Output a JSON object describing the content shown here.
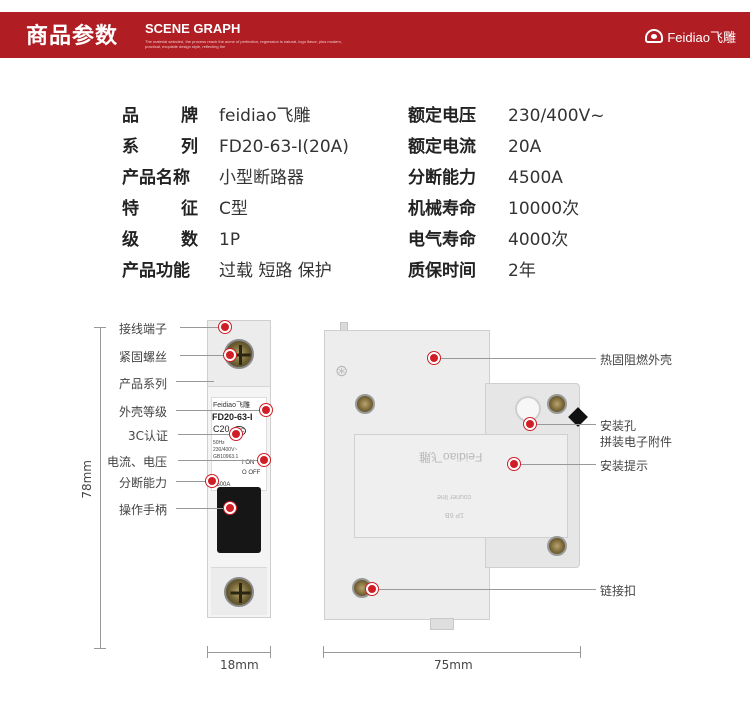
{
  "header": {
    "title_cn": "商品参数",
    "title_en": "SCENE GRAPH",
    "subtitle": "The material selected, the process reach the acme of perfection, regression is natural, logo flavor, plus modern, practical, exquisite design style, reflecting the",
    "brand": "Feidiao飞雕",
    "brand_icon": "feidiao-logo-icon",
    "color": "#b01e23"
  },
  "specs_left": [
    {
      "key": "品　　牌",
      "k1": "品",
      "k2": "牌",
      "value": "feidiao飞雕"
    },
    {
      "key": "系　　列",
      "k1": "系",
      "k2": "列",
      "value": "FD20-63-I(20A)"
    },
    {
      "key": "产品名称",
      "value": "小型断路器"
    },
    {
      "key": "特　　征",
      "k1": "特",
      "k2": "征",
      "value": "C型"
    },
    {
      "key": "级　　数",
      "k1": "级",
      "k2": "数",
      "value": "1P"
    },
    {
      "key": "产品功能",
      "value": "过载 短路 保护"
    }
  ],
  "specs_right": [
    {
      "key": "额定电压",
      "value": "230/400V~"
    },
    {
      "key": "额定电流",
      "value": "20A"
    },
    {
      "key": "分断能力",
      "value": "4500A"
    },
    {
      "key": "机械寿命",
      "value": "10000次"
    },
    {
      "key": "电气寿命",
      "value": "4000次"
    },
    {
      "key": "质保时间",
      "value": "2年"
    }
  ],
  "front_callouts": [
    "接线端子",
    "紧固螺丝",
    "产品系列",
    "外壳等级",
    "3C认证",
    "电流、电压",
    "分断能力",
    "操作手柄"
  ],
  "side_callouts": [
    "热固阻燃外壳",
    "安装孔",
    "拼装电子附件",
    "安装提示",
    "链接扣"
  ],
  "dimensions": {
    "height": "78mm",
    "width_front": "18mm",
    "width_side": "75mm"
  },
  "front_panel": {
    "logo": "Feidiao飞雕",
    "model": "FD20-63-I",
    "class": "C20",
    "hz": "50Hz",
    "voltage": "230/400V~",
    "standard": "GB10963.1",
    "on": "I  ON",
    "off": "O OFF",
    "ka": "4500A",
    "ccc": "CCC"
  },
  "side_embossed": {
    "brand": "Feidiao飞雕",
    "t1": "courier line",
    "t2": "1P 6B"
  },
  "accent_color": "#d01e26"
}
